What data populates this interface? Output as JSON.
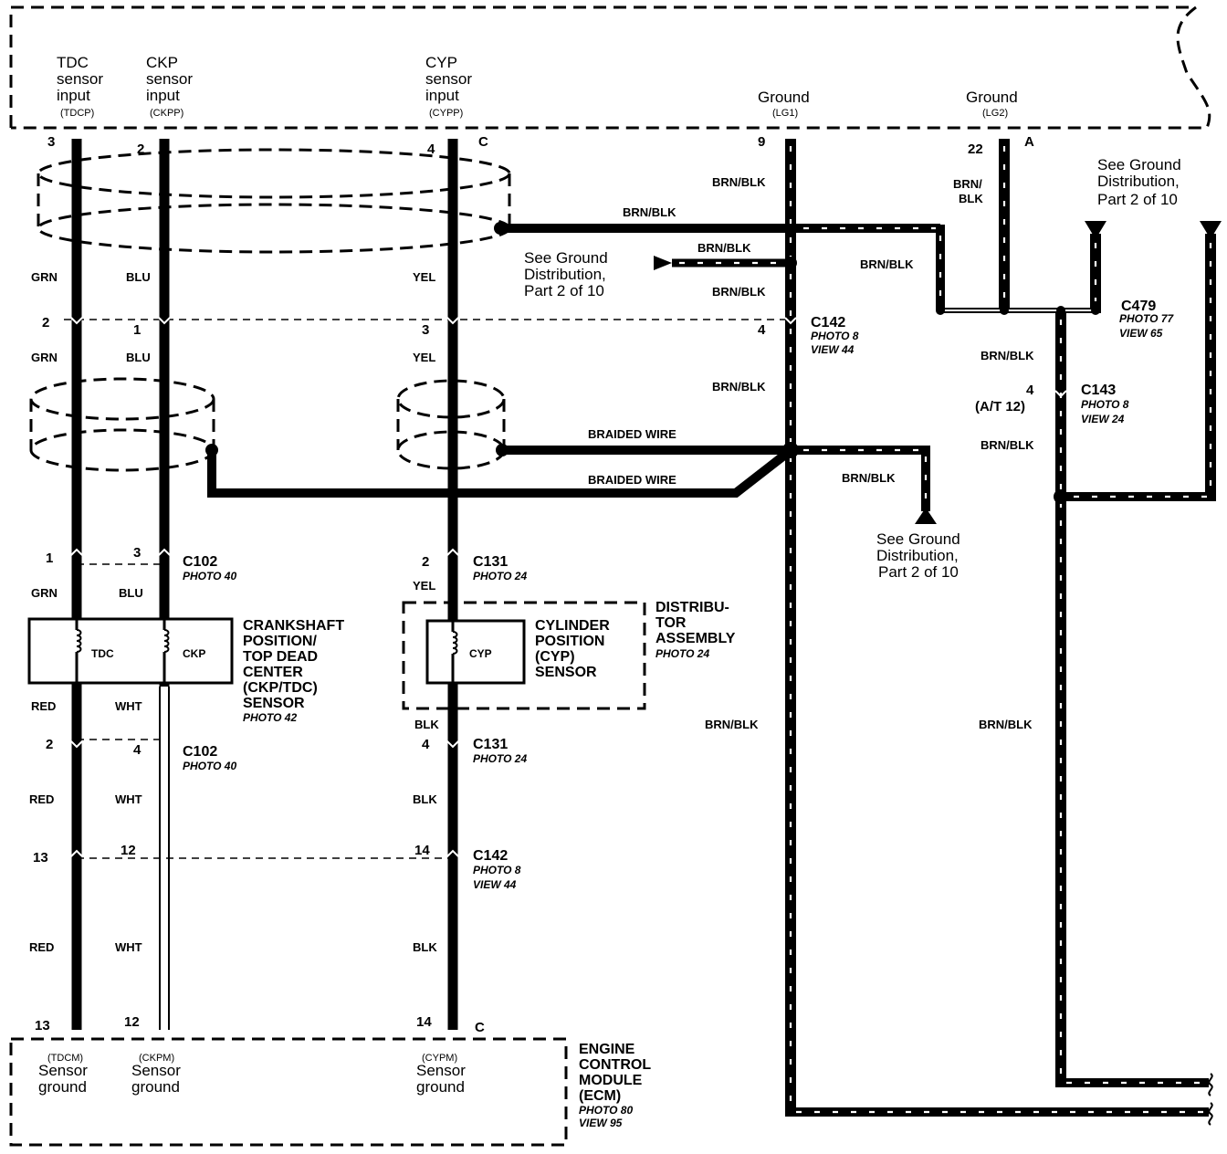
{
  "ecm_top": {
    "inputs": [
      {
        "name": "TDC sensor input",
        "l1": "TDC",
        "l2": "sensor",
        "l3": "input",
        "code": "(TDCP)",
        "pin": "3"
      },
      {
        "name": "CKP sensor input",
        "l1": "CKP",
        "l2": "sensor",
        "l3": "input",
        "code": "(CKPP)",
        "pin": "2"
      },
      {
        "name": "CYP sensor input",
        "l1": "CYP",
        "l2": "sensor",
        "l3": "input",
        "code": "(CYPP)",
        "pin": "4",
        "conn": "C"
      }
    ],
    "grounds": [
      {
        "label": "Ground",
        "code": "(LG1)",
        "pin": "9"
      },
      {
        "label": "Ground",
        "code": "(LG2)",
        "pin": "22",
        "conn": "A"
      }
    ]
  },
  "wires": {
    "grn": "GRN",
    "blu": "BLU",
    "yel": "YEL",
    "red": "RED",
    "wht": "WHT",
    "blk": "BLK",
    "brn_blk": "BRN/BLK",
    "brn_slash": "BRN/",
    "blk2": "BLK",
    "braided": "BRAIDED WIRE"
  },
  "ground_refs": {
    "l1": "See Ground",
    "l2": "Distribution,",
    "l3": "Part 2 of 10"
  },
  "connectors": {
    "c142_top": {
      "name": "C142",
      "photo": "PHOTO 8",
      "view": "VIEW 44",
      "pins": [
        "2",
        "1",
        "3",
        "4"
      ]
    },
    "c479": {
      "name": "C479",
      "photo": "PHOTO 77",
      "view": "VIEW 65"
    },
    "c143": {
      "name": "C143",
      "photo": "PHOTO 8",
      "view": "VIEW 24",
      "pin": "4",
      "note": "(A/T 12)"
    },
    "c102_a": {
      "name": "C102",
      "photo": "PHOTO 40",
      "pins": [
        "1",
        "3"
      ]
    },
    "c131_a": {
      "name": "C131",
      "photo": "PHOTO 24",
      "pin": "2"
    },
    "c102_b": {
      "name": "C102",
      "photo": "PHOTO 40",
      "pins": [
        "2",
        "4"
      ]
    },
    "c131_b": {
      "name": "C131",
      "photo": "PHOTO 24",
      "pin": "4"
    },
    "c142_bot": {
      "name": "C142",
      "photo": "PHOTO 8",
      "view": "VIEW 44",
      "pins": [
        "13",
        "12",
        "14"
      ]
    }
  },
  "components": {
    "ckp_tdc": {
      "coil1": "TDC",
      "coil2": "CKP",
      "lines": [
        "CRANKSHAFT",
        "POSITION/",
        "TOP DEAD",
        "CENTER",
        "(CKP/TDC)",
        "SENSOR"
      ],
      "photo": "PHOTO 42"
    },
    "cyp": {
      "coil": "CYP",
      "lines": [
        "CYLINDER",
        "POSITION",
        "(CYP)",
        "SENSOR"
      ]
    },
    "distributor": {
      "lines": [
        "DISTRIBU-",
        "TOR",
        "ASSEMBLY"
      ],
      "photo": "PHOTO 24"
    }
  },
  "ecm_bottom": {
    "outputs": [
      {
        "code": "(TDCM)",
        "l1": "Sensor",
        "l2": "ground",
        "pin": "13"
      },
      {
        "code": "(CKPM)",
        "l1": "Sensor",
        "l2": "ground",
        "pin": "12"
      },
      {
        "code": "(CYPM)",
        "l1": "Sensor",
        "l2": "ground",
        "pin": "14",
        "conn": "C"
      }
    ],
    "title_lines": [
      "ENGINE",
      "CONTROL",
      "MODULE",
      "(ECM)"
    ],
    "photo": "PHOTO 80",
    "view": "VIEW 95"
  }
}
